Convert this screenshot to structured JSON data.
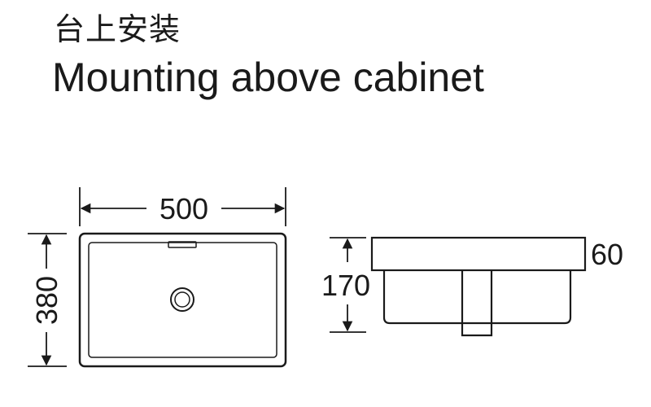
{
  "title": {
    "chinese": "台上安装",
    "english": "Mounting above cabinet"
  },
  "dimensions": {
    "width": "500",
    "depth": "380",
    "height": "170",
    "rim": "60"
  }
}
